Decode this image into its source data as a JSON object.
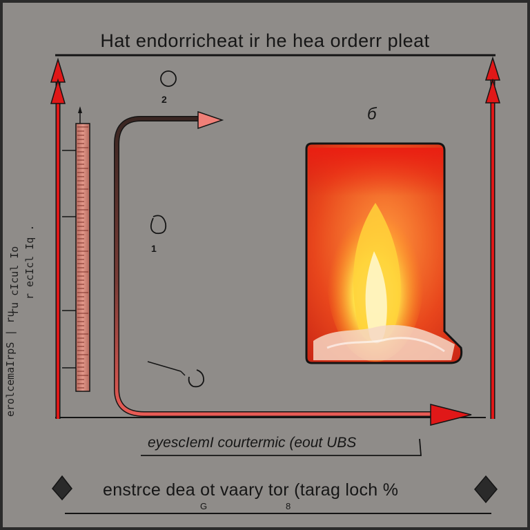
{
  "title": "Hat endorricheat ir he  hea orderr pleat",
  "caption": "eyescIemI courtermic  (eout UBS",
  "bottom_text": "enstrce dea ot vaary tor (tarag  loch %",
  "labels": {
    "top_marker": "2",
    "mid_marker": "1",
    "right_marker": "б",
    "bottom_mark_left": "G",
    "bottom_mark_right": "8"
  },
  "side_text": {
    "col_a": "erolcemaIrpS | ru",
    "col_b": "ru cIcul Io",
    "col_c": "r ecIcl Iq ."
  },
  "colors": {
    "arrow_red": "#e01818",
    "background": "#8f8c89",
    "outline": "#141414",
    "flame_core": "#ffe24a",
    "flame_outer": "#e8461c"
  },
  "icons": [
    "diamond-icon",
    "arrow-icon",
    "thermometer-icon",
    "flame-icon"
  ]
}
